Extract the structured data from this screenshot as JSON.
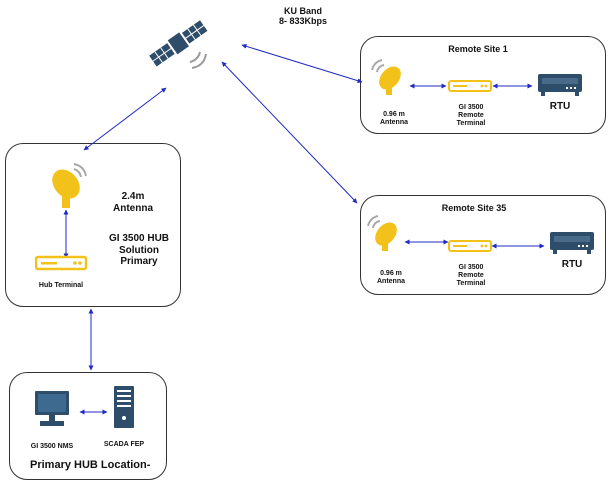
{
  "band": {
    "line1": "KU Band",
    "line2": "8- 833Kbps"
  },
  "remote1": {
    "title": "Remote Site 1",
    "antenna_l1": "0.96 m",
    "antenna_l2": "Antenna",
    "terminal_l1": "GI 3500",
    "terminal_l2": "Remote",
    "terminal_l3": "Terminal",
    "rtu": "RTU"
  },
  "remote35": {
    "title": "Remote Site 35",
    "antenna_l1": "0.96 m",
    "antenna_l2": "Antenna",
    "terminal_l1": "GI 3500",
    "terminal_l2": "Remote",
    "terminal_l3": "Terminal",
    "rtu": "RTU"
  },
  "hub": {
    "antenna_l1": "2.4m",
    "antenna_l2": "Antenna",
    "solution_l1": "GI 3500 HUB",
    "solution_l2": "Solution",
    "solution_l3": "Primary",
    "terminal": "Hub Terminal"
  },
  "location": {
    "title": "Primary HUB Location-",
    "nms": "GI 3500 NMS",
    "scada": "SCADA FEP"
  },
  "colors": {
    "link": "#1f2bc4",
    "device": "#f2c21a",
    "rtu": "#2e4d6b",
    "satellite": "#2e4d6b"
  }
}
